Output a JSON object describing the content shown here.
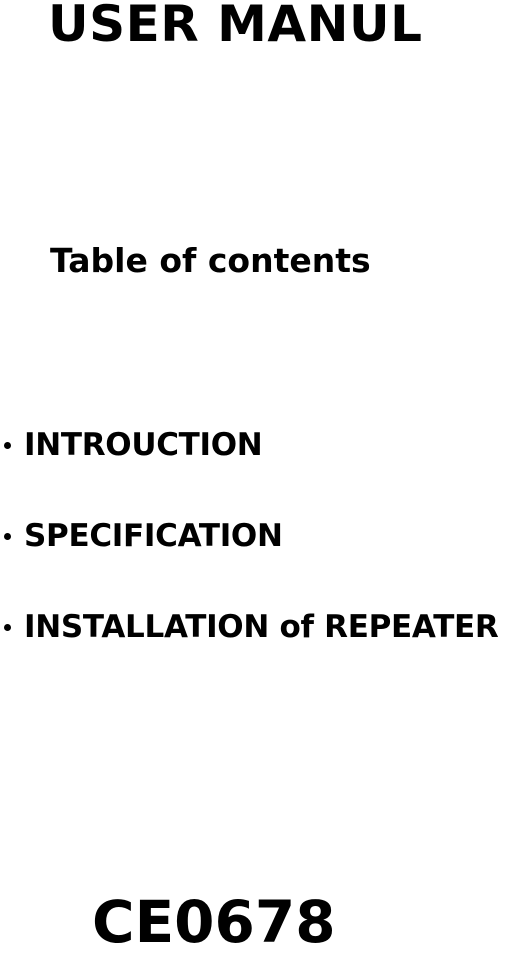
{
  "document": {
    "title": "USER MANUL",
    "toc_heading": "Table of contents",
    "toc_items": [
      {
        "label": "INTROUCTION"
      },
      {
        "label": "SPECIFICATION"
      },
      {
        "label": "INSTALLATION of REPEATER"
      }
    ],
    "certification": "CE0678"
  }
}
